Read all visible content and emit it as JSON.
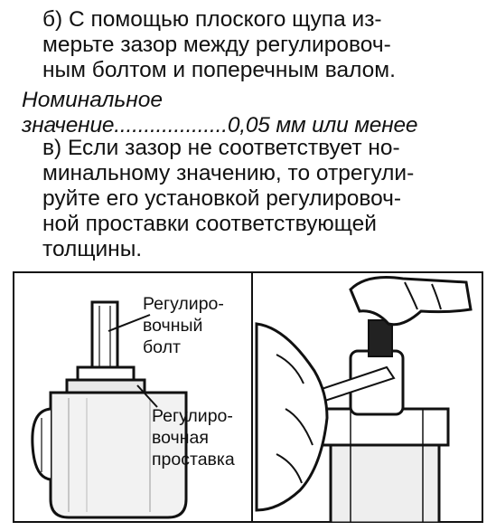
{
  "instructions": {
    "b": {
      "lines": [
        "б) С помощью плоского щупа из-",
        "мерьте зазор между регулировоч-",
        "ным болтом и поперечным валом."
      ]
    },
    "nominal": {
      "label": "Номинальное",
      "value_line": "значение...................0,05 мм или менее"
    },
    "v": {
      "lines": [
        "в) Если зазор не соответствует но-",
        "минальному значению, то отрегули-",
        "руйте его установкой регулировоч-",
        "ной    проставки    соответствующей",
        "толщины."
      ]
    }
  },
  "figure": {
    "left_callouts": {
      "bolt_lines": [
        "Регулиро-",
        "вочный",
        "болт"
      ],
      "spacer_lines": [
        "Регулиро-",
        "вочная",
        "проставка"
      ]
    }
  }
}
